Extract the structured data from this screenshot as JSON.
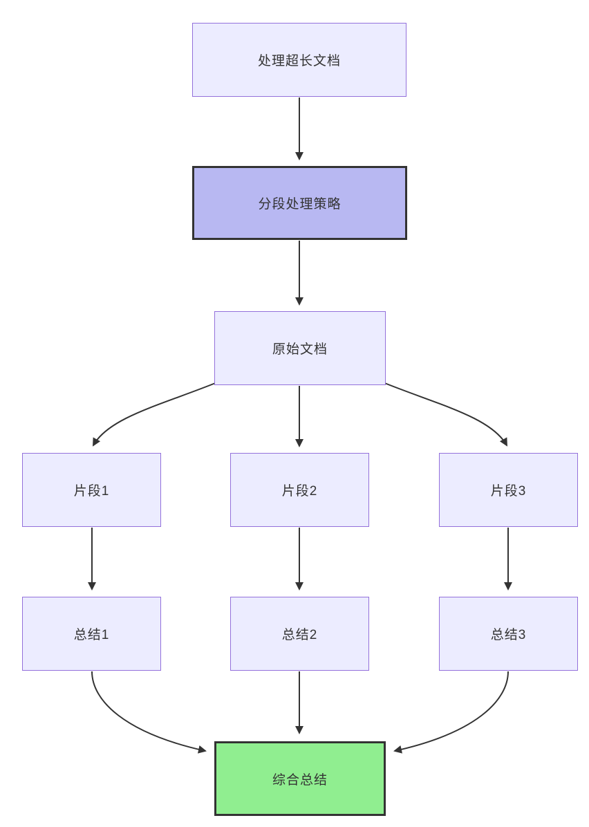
{
  "diagram": {
    "type": "flowchart",
    "direction": "top-down",
    "background": "#ffffff",
    "palette": {
      "node_fill": "#ECECFF",
      "node_border": "#9370DB",
      "highlight_fill": "#B8B8F2",
      "highlight_border": "#333333",
      "success_fill": "#90EE90",
      "success_border": "#333333",
      "edge_color": "#333333",
      "text_color": "#333333"
    },
    "nodes": [
      {
        "id": "process-long-document",
        "label": "处理超长文档",
        "style": "default"
      },
      {
        "id": "segmentation-strategy",
        "label": "分段处理策略",
        "style": "highlight"
      },
      {
        "id": "original-document",
        "label": "原始文档",
        "style": "default"
      },
      {
        "id": "fragment-1",
        "label": "片段1",
        "style": "default"
      },
      {
        "id": "fragment-2",
        "label": "片段2",
        "style": "default"
      },
      {
        "id": "fragment-3",
        "label": "片段3",
        "style": "default"
      },
      {
        "id": "summary-1",
        "label": "总结1",
        "style": "default"
      },
      {
        "id": "summary-2",
        "label": "总结2",
        "style": "default"
      },
      {
        "id": "summary-3",
        "label": "总结3",
        "style": "default"
      },
      {
        "id": "final-summary",
        "label": "综合总结",
        "style": "success"
      }
    ],
    "edges": [
      {
        "from": "处理超长文档",
        "to": "分段处理策略"
      },
      {
        "from": "分段处理策略",
        "to": "原始文档"
      },
      {
        "from": "原始文档",
        "to": "片段1"
      },
      {
        "from": "原始文档",
        "to": "片段2"
      },
      {
        "from": "原始文档",
        "to": "片段3"
      },
      {
        "from": "片段1",
        "to": "总结1"
      },
      {
        "from": "片段2",
        "to": "总结2"
      },
      {
        "from": "片段3",
        "to": "总结3"
      },
      {
        "from": "总结1",
        "to": "综合总结"
      },
      {
        "from": "总结2",
        "to": "综合总结"
      },
      {
        "from": "总结3",
        "to": "综合总结"
      }
    ]
  }
}
